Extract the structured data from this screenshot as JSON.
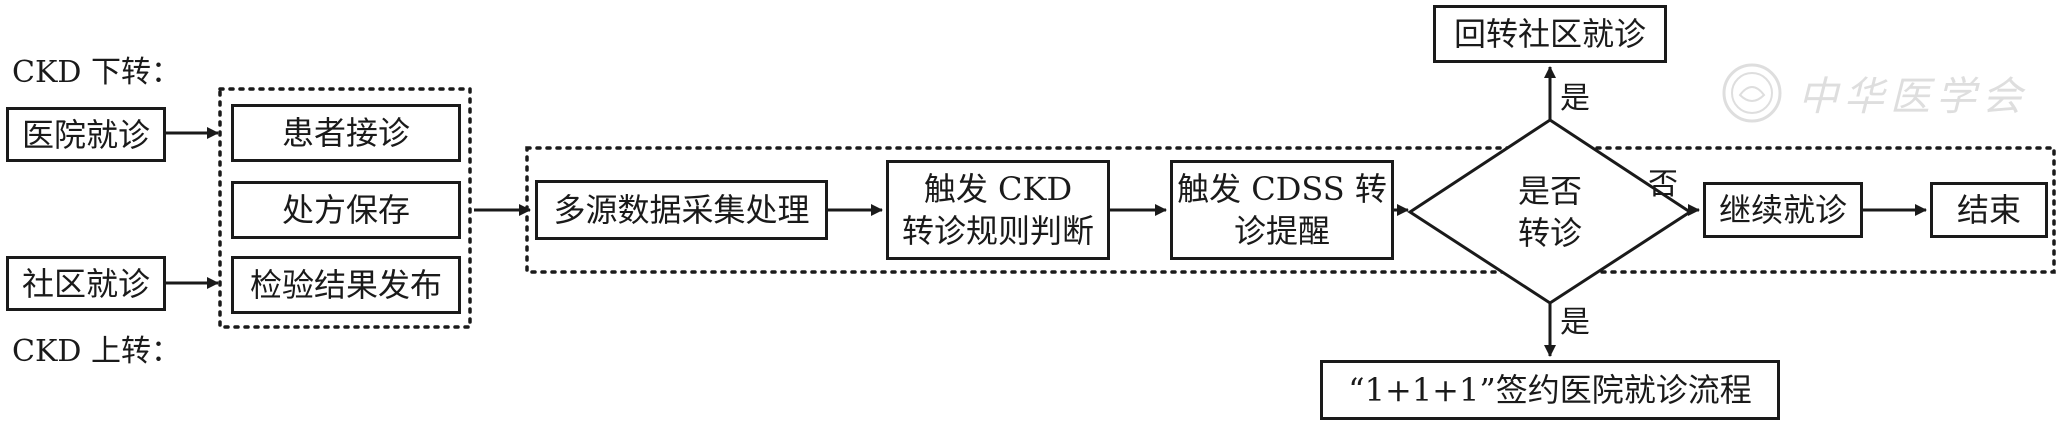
{
  "labels": {
    "ckd_down": "CKD 下转：",
    "ckd_up": "CKD 上转："
  },
  "boxes": {
    "hospital_visit": "医院就诊",
    "community_visit": "社区就诊",
    "patient_reception": "患者接诊",
    "prescription_save": "处方保存",
    "lab_result_release": "检验结果发布",
    "data_collection": "多源数据采集处理",
    "trigger_ckd_rule": "触发 CKD\n转诊规则判断",
    "trigger_cdss": "触发 CDSS 转\n诊提醒",
    "return_community": "回转社区就诊",
    "continue_visit": "继续就诊",
    "end": "结束",
    "hospital_flow": "“1+1+1”签约医院就诊流程"
  },
  "decision": {
    "text": "是否\n转诊",
    "yes_up": "是",
    "yes_down": "是",
    "no": "否"
  },
  "watermark": {
    "text": "中华医学会"
  }
}
